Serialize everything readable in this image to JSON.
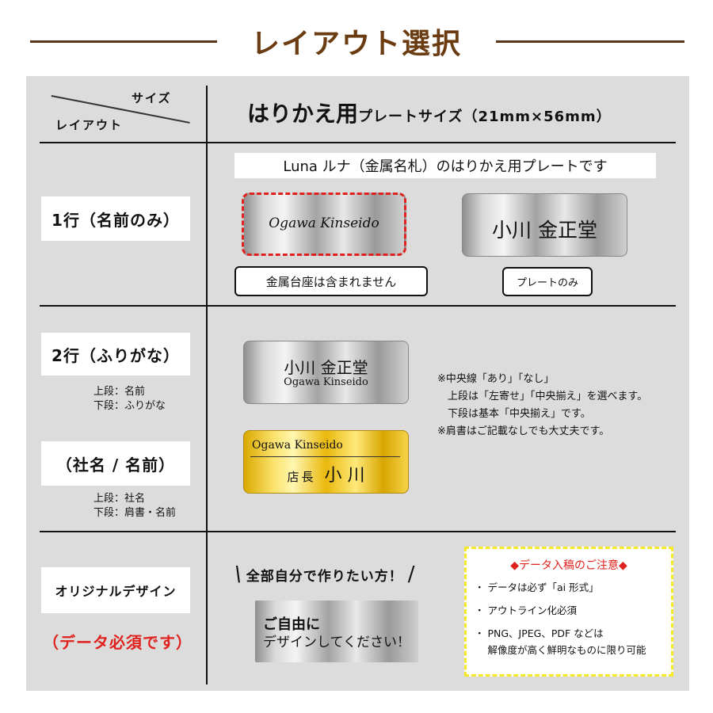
{
  "page_title": "レイアウト選択",
  "table": {
    "corner": {
      "top": "サイズ",
      "bottom": "レイアウト"
    },
    "size_header": {
      "main": "はりかえ用",
      "sub": "プレートサイズ（21mm×56mm）"
    },
    "luna_caption": "Luna ルナ（金属名札）のはりかえ用プレートです",
    "row1": {
      "label": "1行（名前のみ）",
      "plate_en": "Ogawa Kinseido",
      "plate_jp": "小川 金正堂",
      "btn_left": "金属台座は含まれません",
      "btn_right": "プレートのみ"
    },
    "row2": {
      "label_a": "2行（ふりがな）",
      "sub_a": "上段：名前\n下段：ふりがな",
      "label_b": "（社名 / 名前）",
      "sub_b": "上段：社名\n下段：肩書・名前",
      "silver_jp": "小川 金正堂",
      "silver_en": "Ogawa Kinseido",
      "gold_en": "Ogawa Kinseido",
      "gold_title": "店長",
      "gold_name": "小 川",
      "notes": "※中央線「あり」「なし」\n　上段は「左寄せ」「中央揃え」を選べます。\n　下段は基本「中央揃え」です。\n※肩書はご記載なしでも大丈夫です。"
    },
    "row3": {
      "label": "オリジナルデザイン",
      "data_required": "（データ必須です）",
      "headline": "全部自分で作りたい方！",
      "plate_bold": "ご自由に",
      "plate_text": "デザインしてください！",
      "notice_title": "◆データ入稿のご注意◆",
      "notice_items": [
        "・ データは必ず「ai 形式」",
        "・ アウトライン化必須",
        "・ PNG、JPEG、PDF などは\n　 解像度が高く鮮明なものに限り可能"
      ]
    }
  },
  "colors": {
    "header_brown": "#6b3c12",
    "panel_gray": "#dcdcdc",
    "required_red": "#e0211d",
    "dashed_red": "#e0211d",
    "dashed_yellow": "#f4ea2a"
  }
}
